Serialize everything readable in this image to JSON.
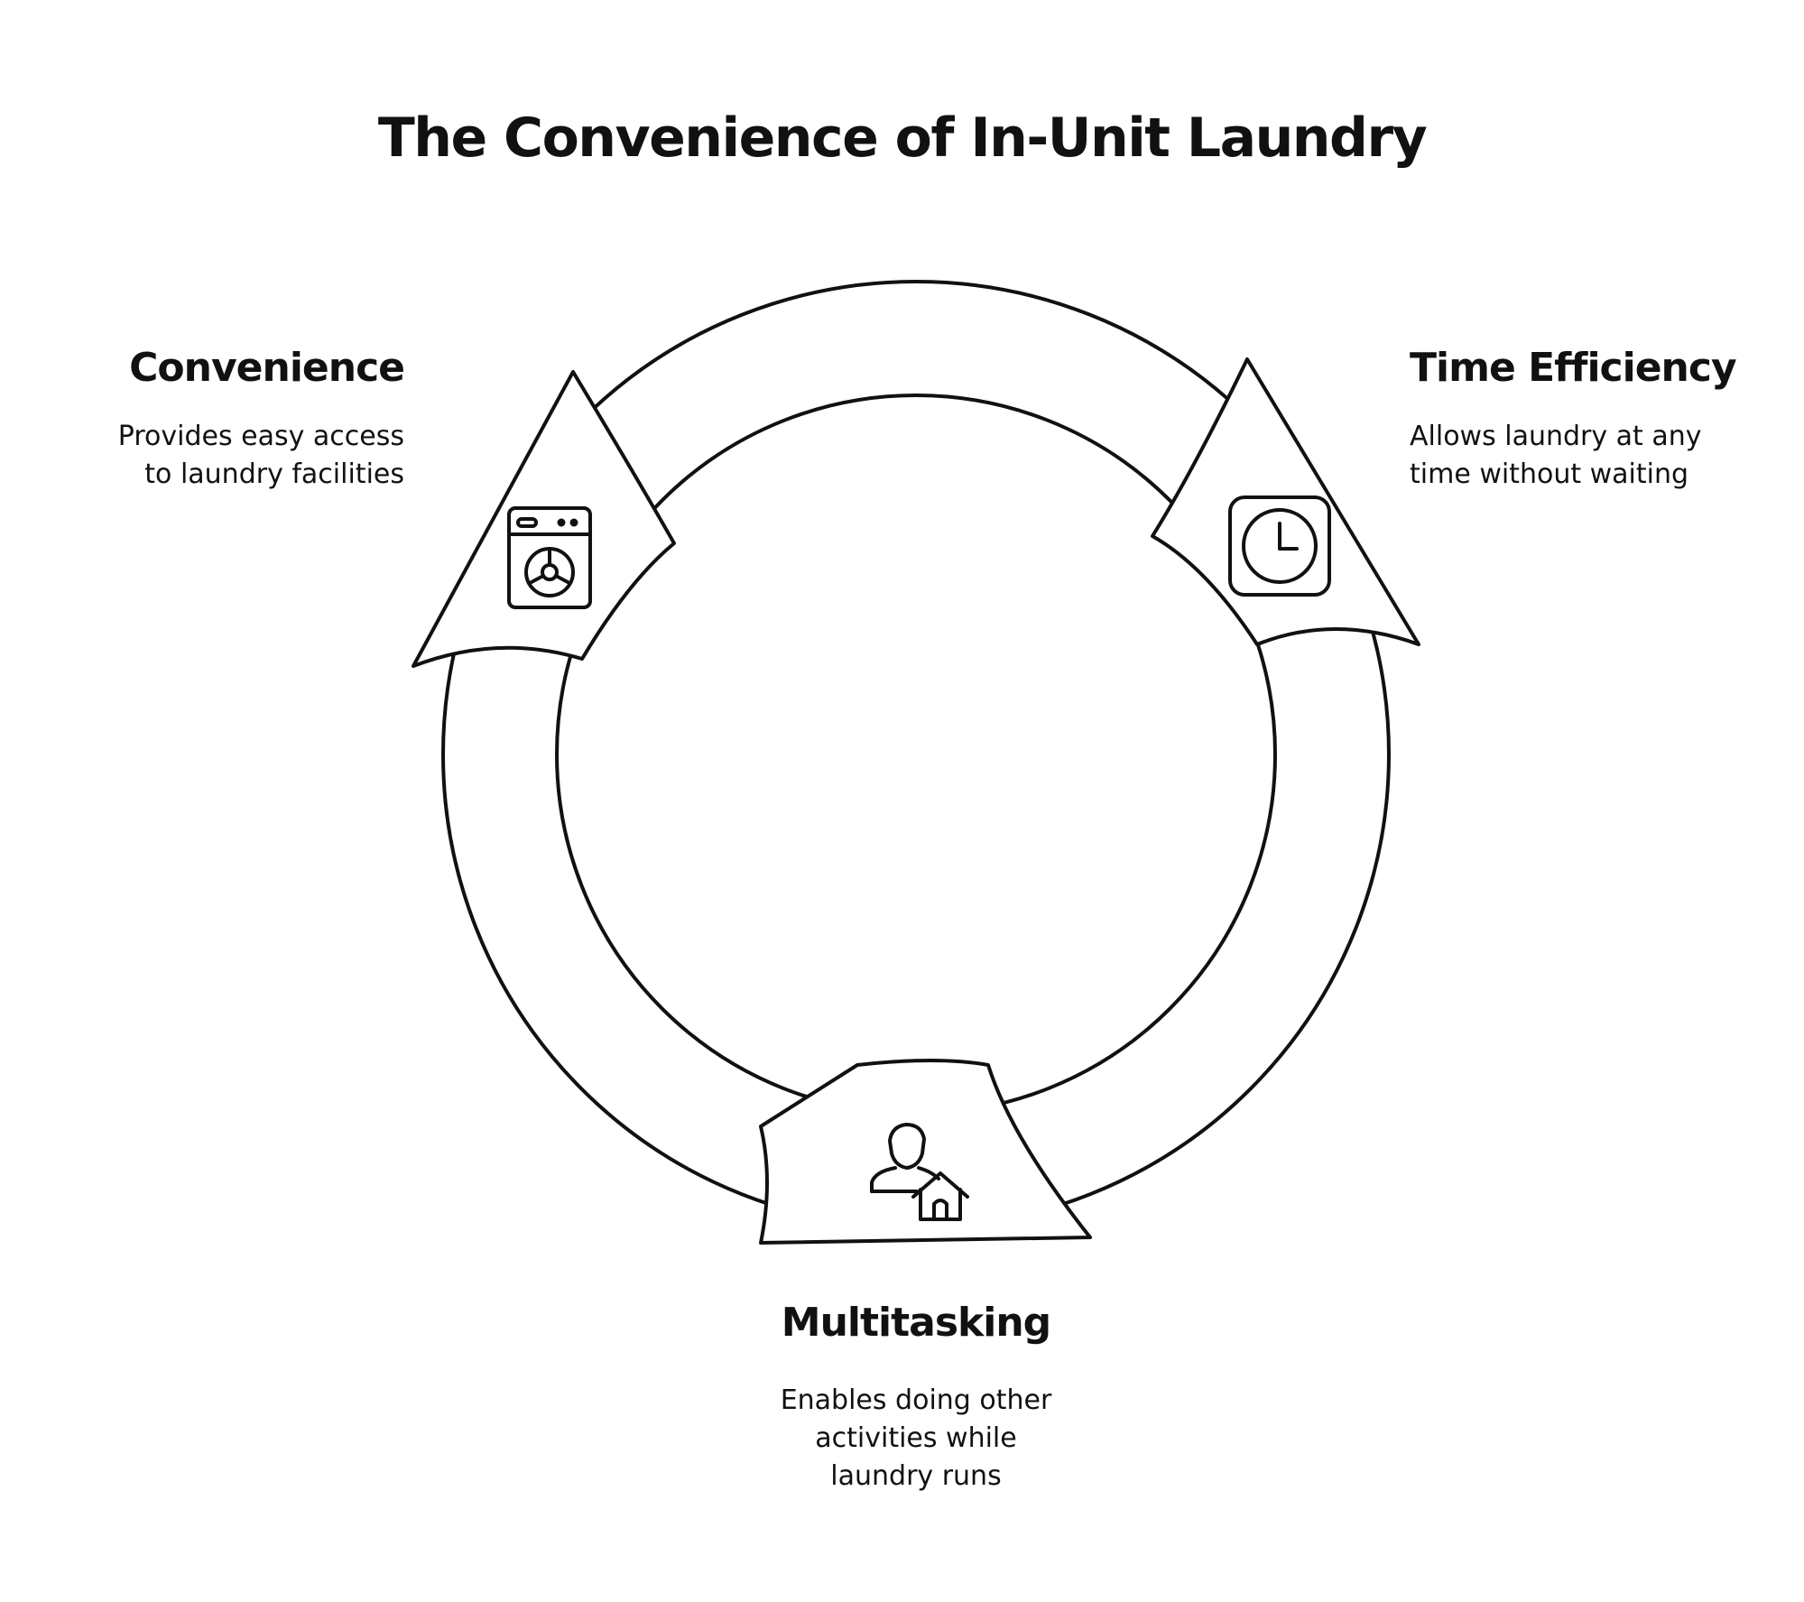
{
  "title": "The Convenience of In-Unit Laundry",
  "stages": [
    {
      "heading": "Convenience",
      "description": "Provides easy access\nto laundry facilities",
      "icon": "washing-machine-icon"
    },
    {
      "heading": "Time Efficiency",
      "description": "Allows laundry at any\ntime without waiting",
      "icon": "clock-icon"
    },
    {
      "heading": "Multitasking",
      "description": "Enables doing other\nactivities while\nlaundry runs",
      "icon": "person-home-icon"
    }
  ],
  "colors": {
    "stroke": "#111111",
    "fill": "#ffffff",
    "text": "#111111"
  }
}
